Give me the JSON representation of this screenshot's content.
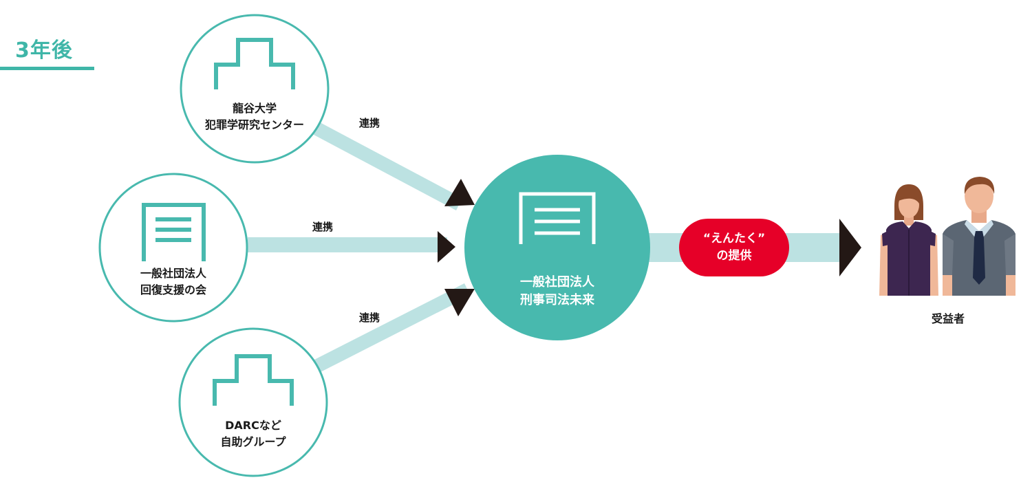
{
  "heading": "3年後",
  "colors": {
    "teal": "#48b9ae",
    "link": "#bce2e2",
    "arrow": "#231815",
    "pill": "#e60028"
  },
  "nodes": {
    "ryukoku": {
      "line1": "龍谷大学",
      "line2": "犯罪学研究センター",
      "icon": "university-building-icon"
    },
    "kaifuku": {
      "line1": "一般社団法人",
      "line2": "回復支援の会",
      "icon": "organization-document-icon"
    },
    "darc": {
      "line1": "DARCなど",
      "line2": "自助グループ",
      "icon": "university-building-icon"
    },
    "center": {
      "line1": "一般社団法人",
      "line2": "刑事司法未来",
      "icon": "organization-document-icon"
    }
  },
  "links": {
    "top": "連携",
    "middle": "連携",
    "bottom": "連携"
  },
  "service": {
    "line1": "“えんたく”",
    "line2": "の提供"
  },
  "beneficiary": {
    "label": "受益者",
    "icon": "people-icon"
  }
}
